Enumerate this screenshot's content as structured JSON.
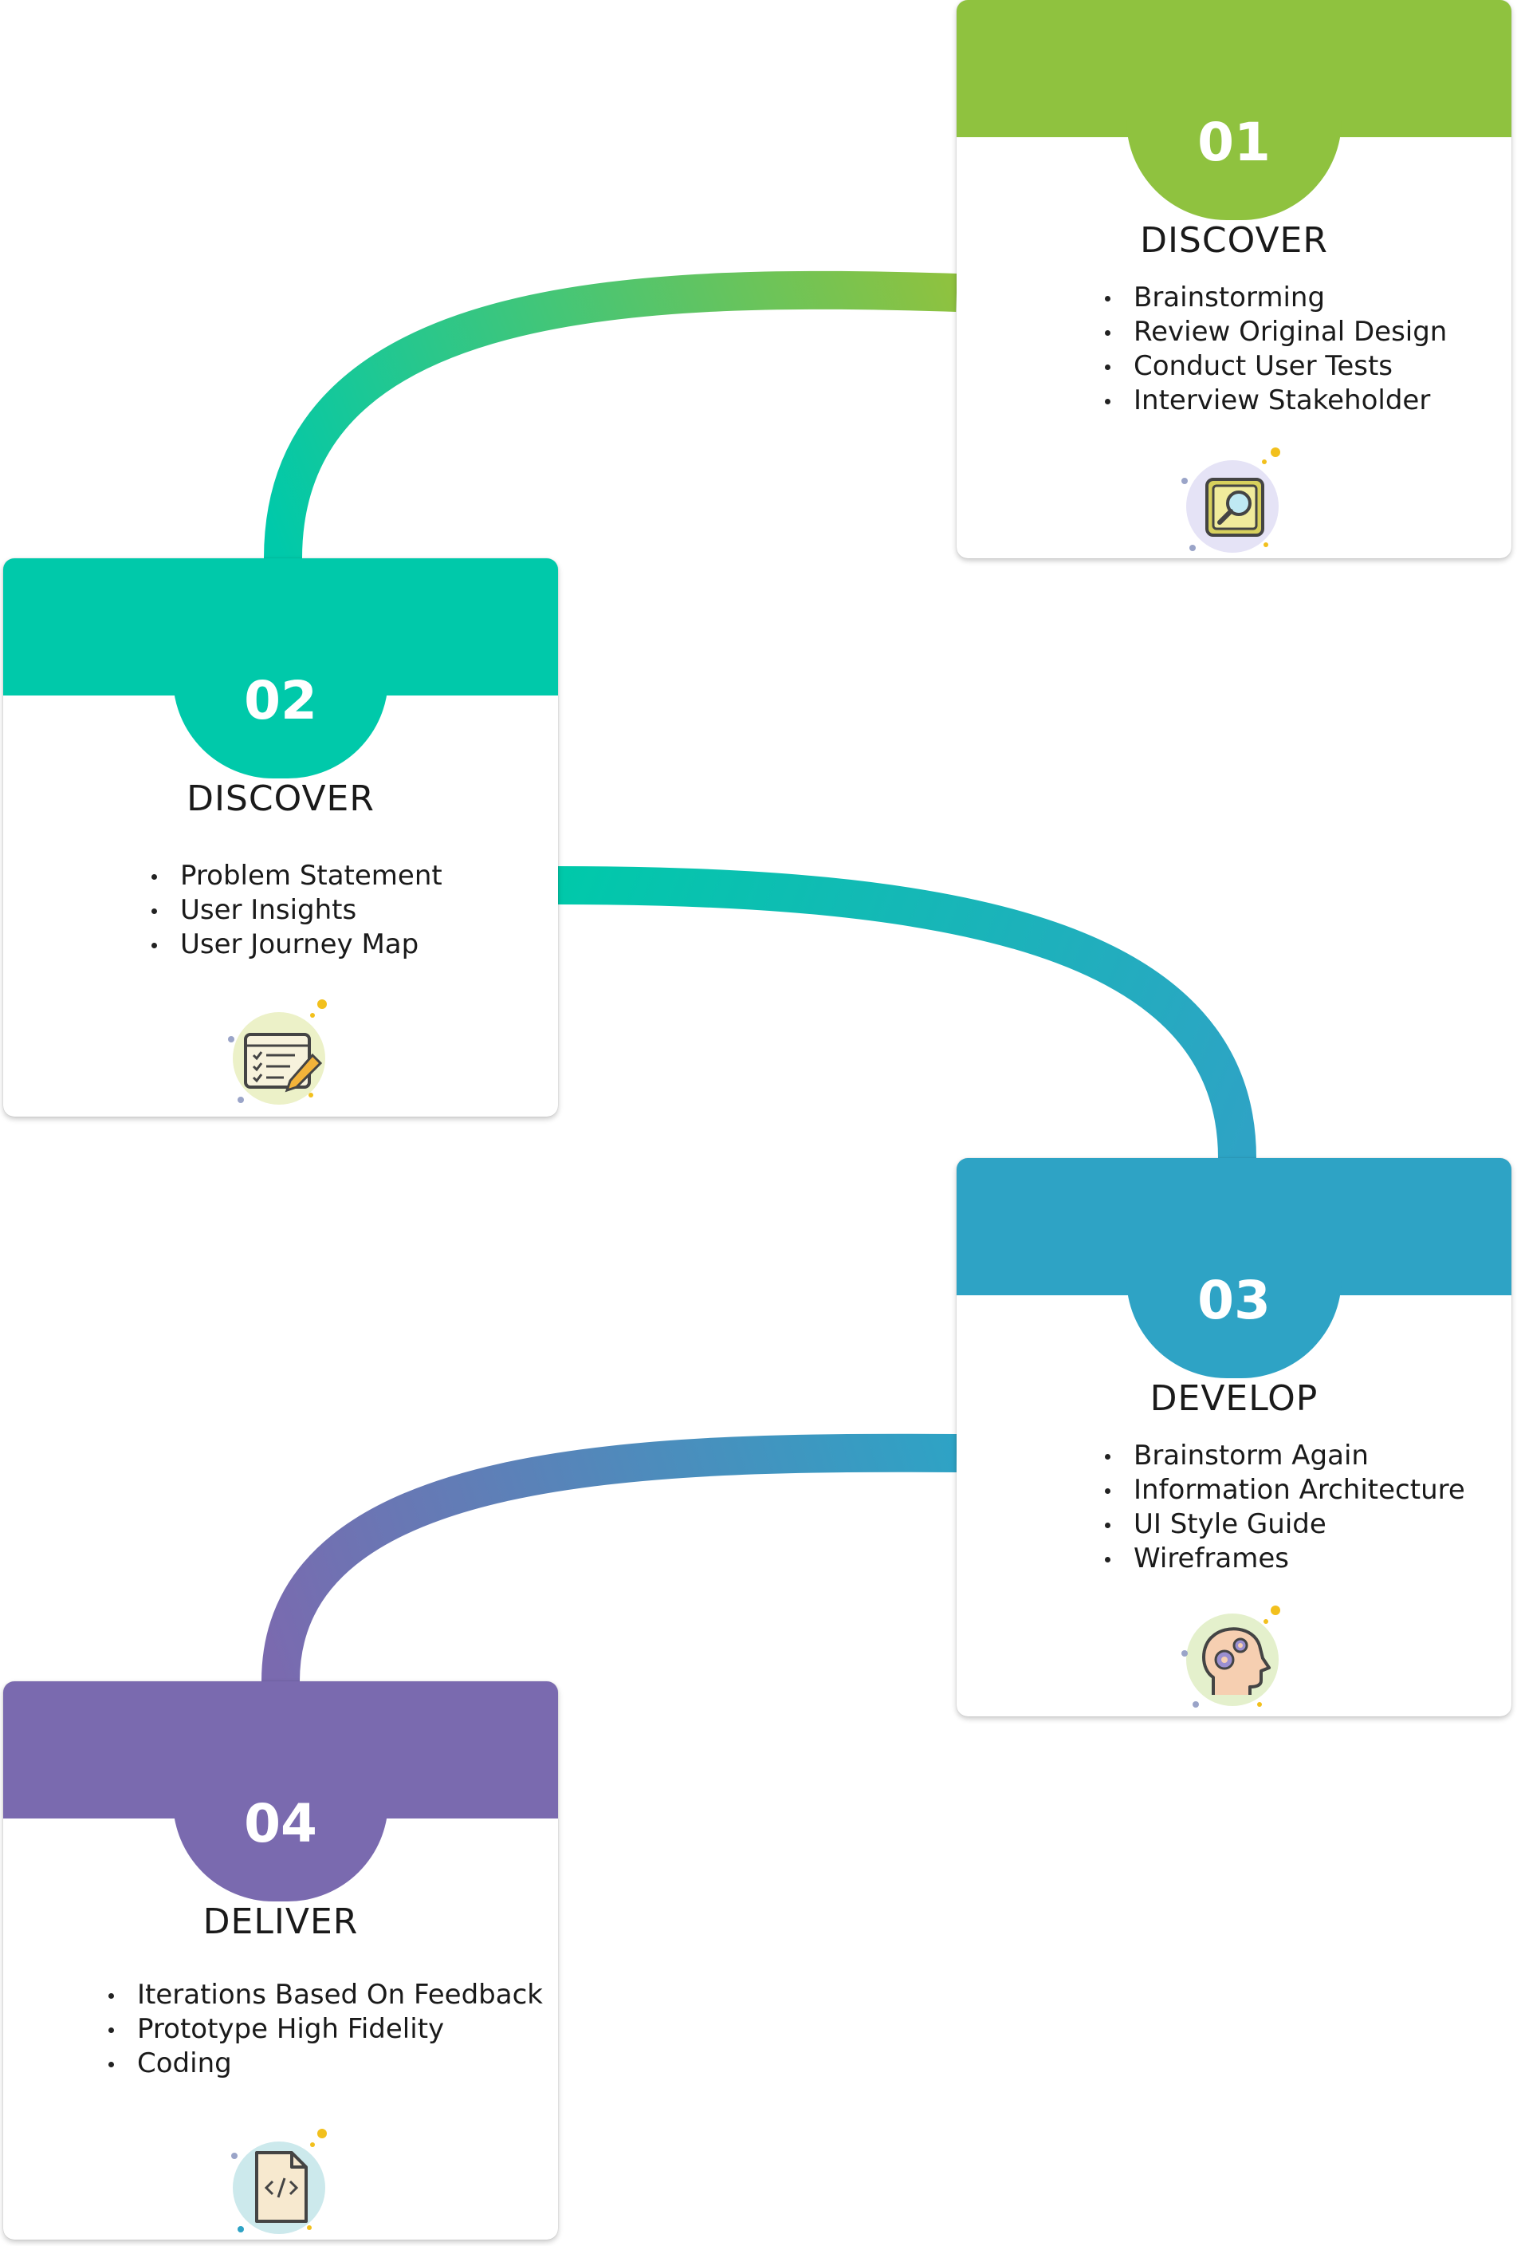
{
  "colors": {
    "step_1": "#8fc23f",
    "step_2": "#00c9aa",
    "step_3": "#2ea3c5",
    "step_4": "#7a6aaf"
  },
  "steps": [
    {
      "number": "01",
      "title": "DISCOVER",
      "items": [
        "Brainstorming",
        "Review Original Design",
        "Conduct User Tests",
        "Interview Stakeholder"
      ],
      "icon": "magnifier-icon"
    },
    {
      "number": "02",
      "title": "DISCOVER",
      "items": [
        "Problem Statement",
        "User Insights",
        "User Journey Map"
      ],
      "icon": "checklist-pencil-icon"
    },
    {
      "number": "03",
      "title": "DEVELOP",
      "items": [
        "Brainstorm Again",
        "Information Architecture",
        "UI Style Guide",
        "Wireframes"
      ],
      "icon": "head-gears-icon"
    },
    {
      "number": "04",
      "title": "DELIVER",
      "items": [
        "Iterations Based On Feedback",
        "Prototype High Fidelity",
        "Coding"
      ],
      "icon": "code-file-icon"
    }
  ]
}
